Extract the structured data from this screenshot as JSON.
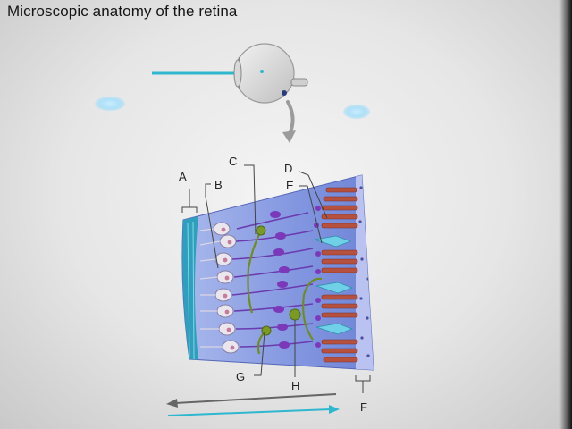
{
  "title": "Microscopic anatomy of the retina",
  "labels": {
    "A": "A",
    "B": "B",
    "C": "C",
    "D": "D",
    "E": "E",
    "F": "F",
    "G": "G",
    "H": "H"
  },
  "colors": {
    "light_arrow": "#2fb7cf",
    "return_arrow": "#666666",
    "retina_bg": "#8fa3e6",
    "pigment_layer": "#3aa5bf",
    "rod_segment": "#b65140",
    "cone_segment": "#6fd0e8",
    "ganglion_cell": "#e6e3ea",
    "bipolar_cell": "#7b38b8",
    "horizontal_cell": "#6f8d1f"
  },
  "icons": [
    "eyeball-illustration",
    "curved-down-arrow-icon"
  ]
}
